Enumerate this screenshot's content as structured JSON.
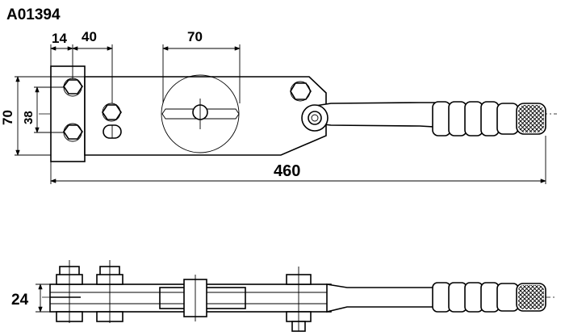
{
  "drawing": {
    "part_number": "A01394",
    "dimensions": {
      "d14": "14",
      "d40": "40",
      "d70_top": "70",
      "d70_left": "70",
      "d38": "38",
      "d460": "460",
      "d24": "24"
    }
  }
}
